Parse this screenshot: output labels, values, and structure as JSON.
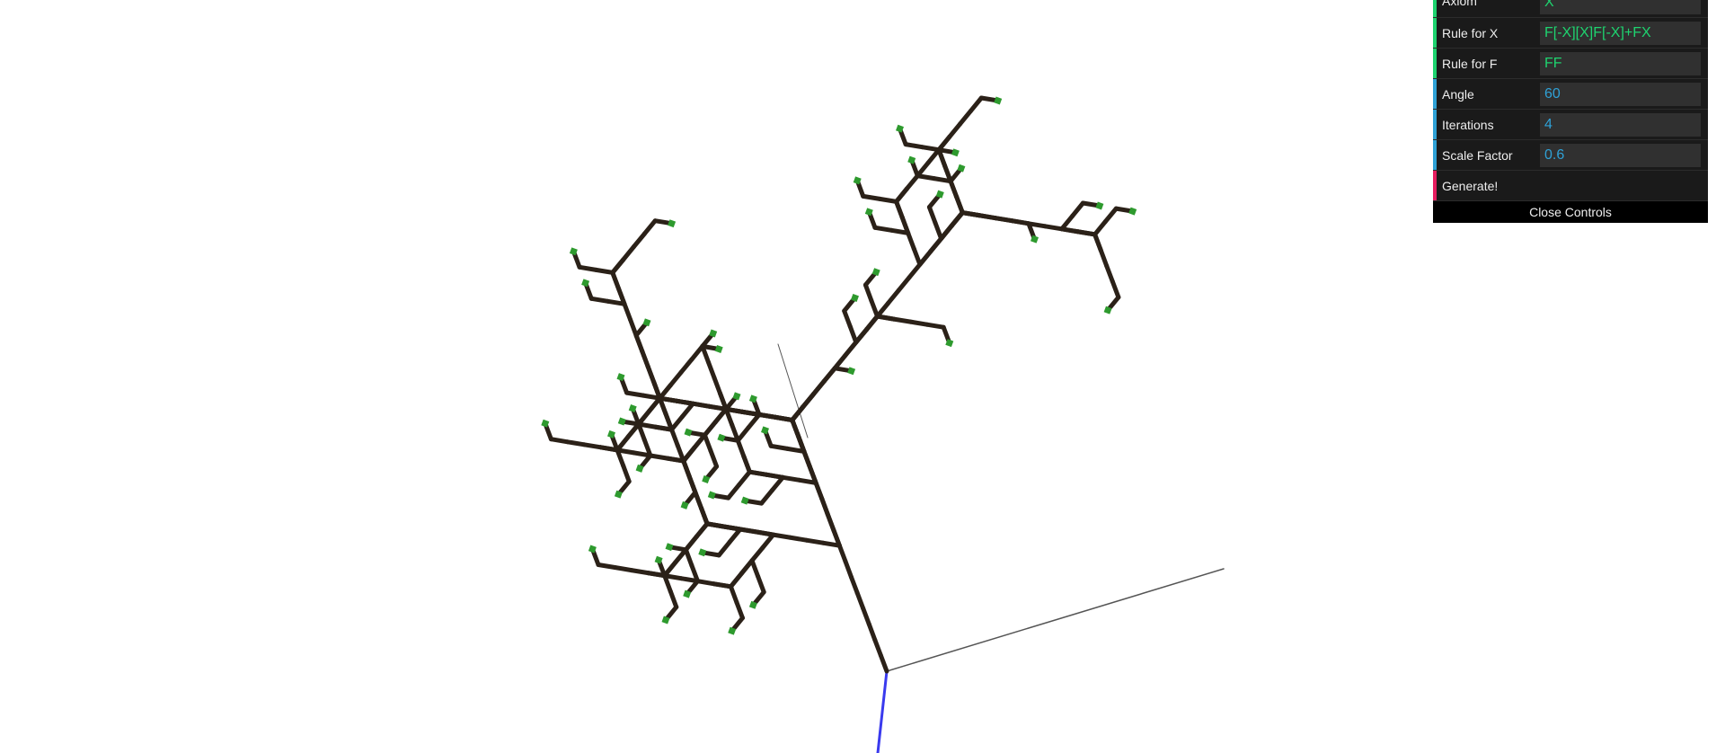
{
  "controls": {
    "axiom": {
      "label": "Axiom",
      "value": "X"
    },
    "rule_x": {
      "label": "Rule for X",
      "value": "F[-X][X]F[-X]+FX"
    },
    "rule_f": {
      "label": "Rule for F",
      "value": "FF"
    },
    "angle": {
      "label": "Angle",
      "value": "60"
    },
    "iterations": {
      "label": "Iterations",
      "value": "4"
    },
    "scale_factor": {
      "label": "Scale Factor",
      "value": "0.6"
    },
    "generate": {
      "label": "Generate!"
    },
    "close": {
      "label": "Close Controls"
    }
  },
  "colors": {
    "string_accent": "#1ed36f",
    "number_accent": "#2fa1d6",
    "button_accent": "#e61d5f",
    "branch": "#2b2118",
    "leaf": "#2e9a2e",
    "axis_z": "#3a3aee",
    "axis_line": "#555555"
  }
}
